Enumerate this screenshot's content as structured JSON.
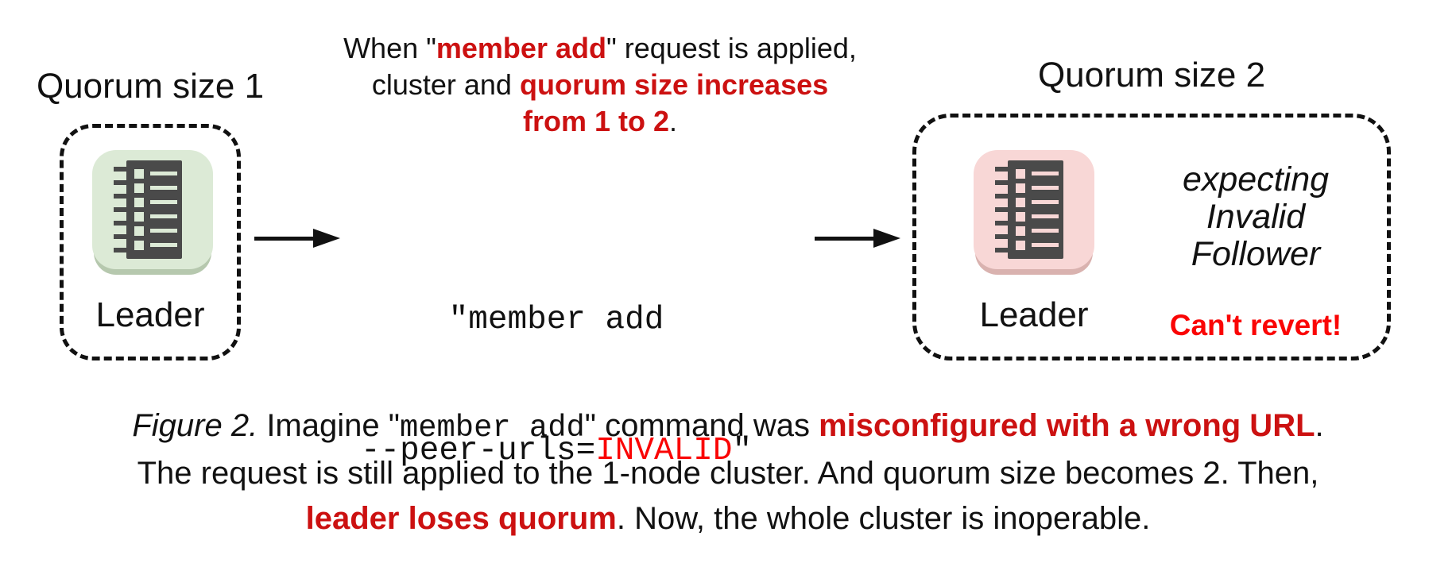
{
  "figure": {
    "left_cluster": {
      "title": "Quorum size 1",
      "node_label": "Leader",
      "node_icon": "server-list-icon"
    },
    "right_cluster": {
      "title": "Quorum size 2",
      "node_label": "Leader",
      "node_icon": "server-list-icon",
      "note_lines": [
        "expecting",
        "Invalid",
        "Follower"
      ],
      "warning": "Can't revert!"
    },
    "transition": {
      "arrow_icon": "right-arrow-icon",
      "heading_lines": [
        [
          {
            "text": "When \"",
            "style": "plain"
          },
          {
            "text": "member add",
            "style": "em"
          },
          {
            "text": "\" request is applied,",
            "style": "plain"
          }
        ],
        [
          {
            "text": "cluster and ",
            "style": "plain"
          },
          {
            "text": "quorum size increases",
            "style": "em"
          }
        ],
        [
          {
            "text": "from 1 to 2",
            "style": "em"
          },
          {
            "text": ".",
            "style": "plain"
          }
        ]
      ],
      "command_lines": [
        [
          {
            "text": "\"member add",
            "style": "plain"
          }
        ],
        [
          {
            "text": "--peer-urls=",
            "style": "plain"
          },
          {
            "text": "INVALID",
            "style": "alert"
          },
          {
            "text": "\"",
            "style": "plain"
          }
        ]
      ]
    },
    "caption_lines": [
      [
        {
          "text": "Figure 2.",
          "style": "italic"
        },
        {
          "text": " Imagine \"",
          "style": "plain"
        },
        {
          "text": "member add",
          "style": "mono"
        },
        {
          "text": "\" command was ",
          "style": "plain"
        },
        {
          "text": "misconfigured with a wrong URL",
          "style": "em"
        },
        {
          "text": ".",
          "style": "plain"
        }
      ],
      [
        {
          "text": "The request is still applied to the 1-node cluster. And quorum size becomes 2. Then,",
          "style": "plain"
        }
      ],
      [
        {
          "text": "leader loses quorum",
          "style": "em"
        },
        {
          "text": ". Now, the whole cluster is inoperable.",
          "style": "plain"
        }
      ]
    ]
  },
  "colors": {
    "red_emphasis": "#cc1111",
    "red_bright": "#fa0505",
    "ink": "#111111",
    "node_green": "#dcead6",
    "node_green_lip": "#b6c8ae",
    "node_pink": "#f8d7d6",
    "node_pink_lip": "#d9b2af",
    "glyph": "#4a4a4a"
  }
}
